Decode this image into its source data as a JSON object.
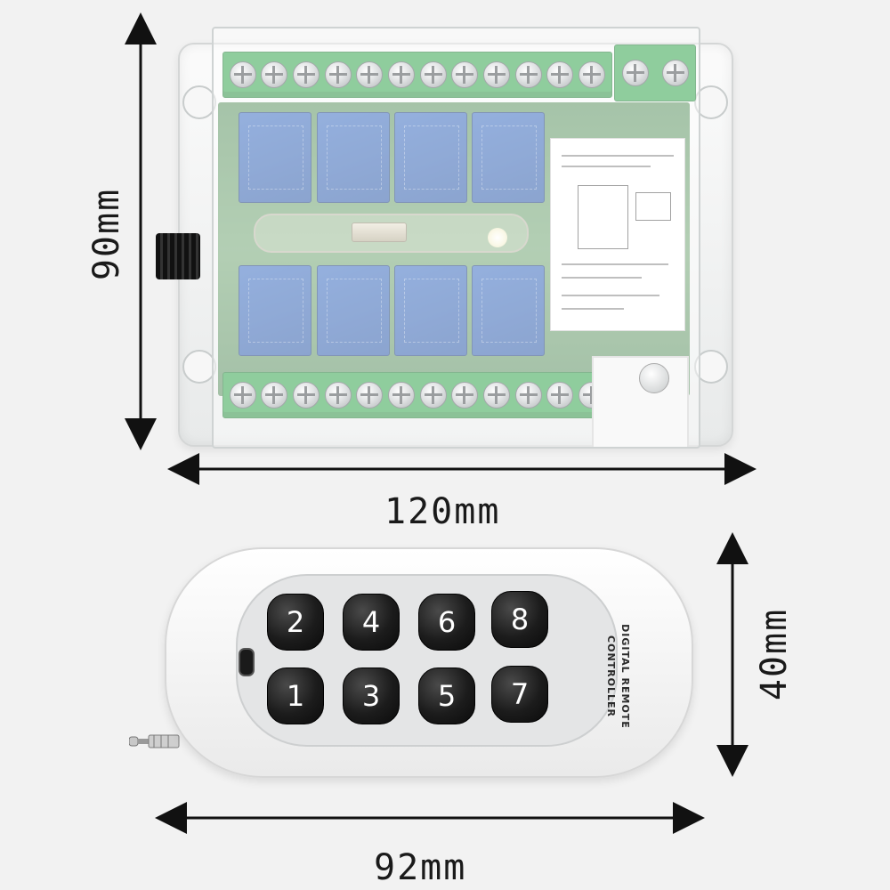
{
  "dimensions": {
    "receiver_height": "90mm",
    "receiver_width": "120mm",
    "remote_height": "40mm",
    "remote_width": "92mm"
  },
  "remote": {
    "buttons_top": [
      "2",
      "4",
      "6",
      "8"
    ],
    "buttons_bottom": [
      "1",
      "3",
      "5",
      "7"
    ],
    "brand_line1": "DIGITAL REMOTE",
    "brand_line2": "CONTROLLER"
  },
  "colors": {
    "terminal_green": "#34a54d",
    "relay_blue": "#2d5aa8",
    "button_black": "#111111"
  }
}
